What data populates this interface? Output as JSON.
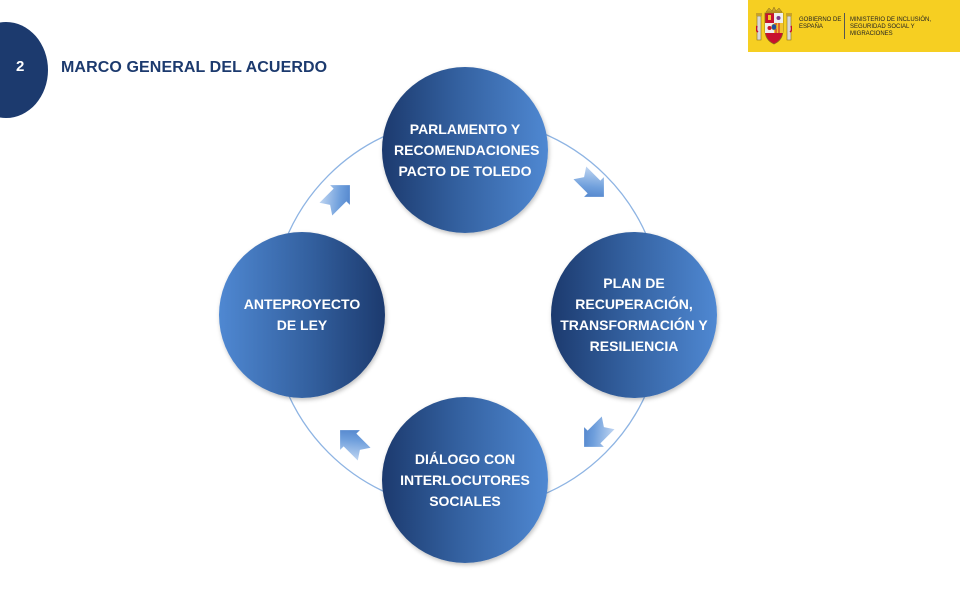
{
  "header": {
    "section_number": "2",
    "title": "MARCO GENERAL DEL ACUERDO"
  },
  "logo": {
    "government": "GOBIERNO DE ESPAÑA",
    "ministry": "MINISTERIO DE INCLUSIÓN, SEGURIDAD SOCIAL Y MIGRACIONES",
    "background_color": "#f6cf22"
  },
  "cycle": {
    "nodes": [
      {
        "label": "PARLAMENTO Y RECOMENDACIONES PACTO DE TOLEDO"
      },
      {
        "label": "PLAN DE RECUPERACIÓN, TRANSFORMACIÓN Y RESILIENCIA"
      },
      {
        "label": "DIÁLOGO CON INTERLOCUTORES SOCIALES"
      },
      {
        "label": "ANTEPROYECTO DE LEY"
      }
    ],
    "direction": "clockwise",
    "colors": {
      "dark": "#1c3a6e",
      "mid": "#33609f",
      "light": "#4f88d2",
      "ring": "#8eb4e3"
    }
  }
}
